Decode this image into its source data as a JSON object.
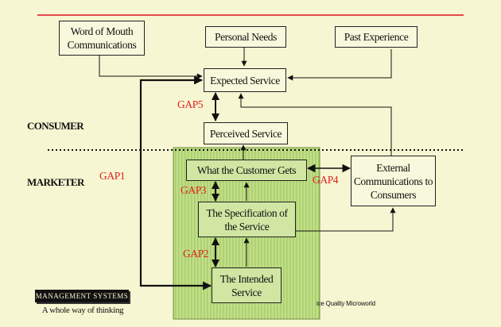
{
  "boxes": {
    "word_of_mouth": "Word of Mouth Communications",
    "personal_needs": "Personal Needs",
    "past_experience": "Past Experience",
    "expected_service": "Expected Service",
    "perceived_service": "Perceived Service",
    "what_customer_gets": "What the Customer Gets",
    "external_comms": "External Communications to Consumers",
    "specification": "The Specification of the Service",
    "intended_service": "The Intended Service"
  },
  "sections": {
    "consumer": "CONSUMER",
    "marketer": "MARKETER"
  },
  "gaps": {
    "gap1": "GAP1",
    "gap2": "GAP2",
    "gap3": "GAP3",
    "gap4": "GAP4",
    "gap5": "GAP5"
  },
  "logo": {
    "badge": "MANAGEMENT SYSTEMS",
    "tagline": "A whole way of thinking"
  },
  "credit": "ice Quality Microworld",
  "colors": {
    "background": "#f6f6d2",
    "accent_rule": "#e0303a",
    "gap_text": "#e02020",
    "marketer_panel": "#c2de8a",
    "panel_stripes": "#a9cf6a"
  }
}
